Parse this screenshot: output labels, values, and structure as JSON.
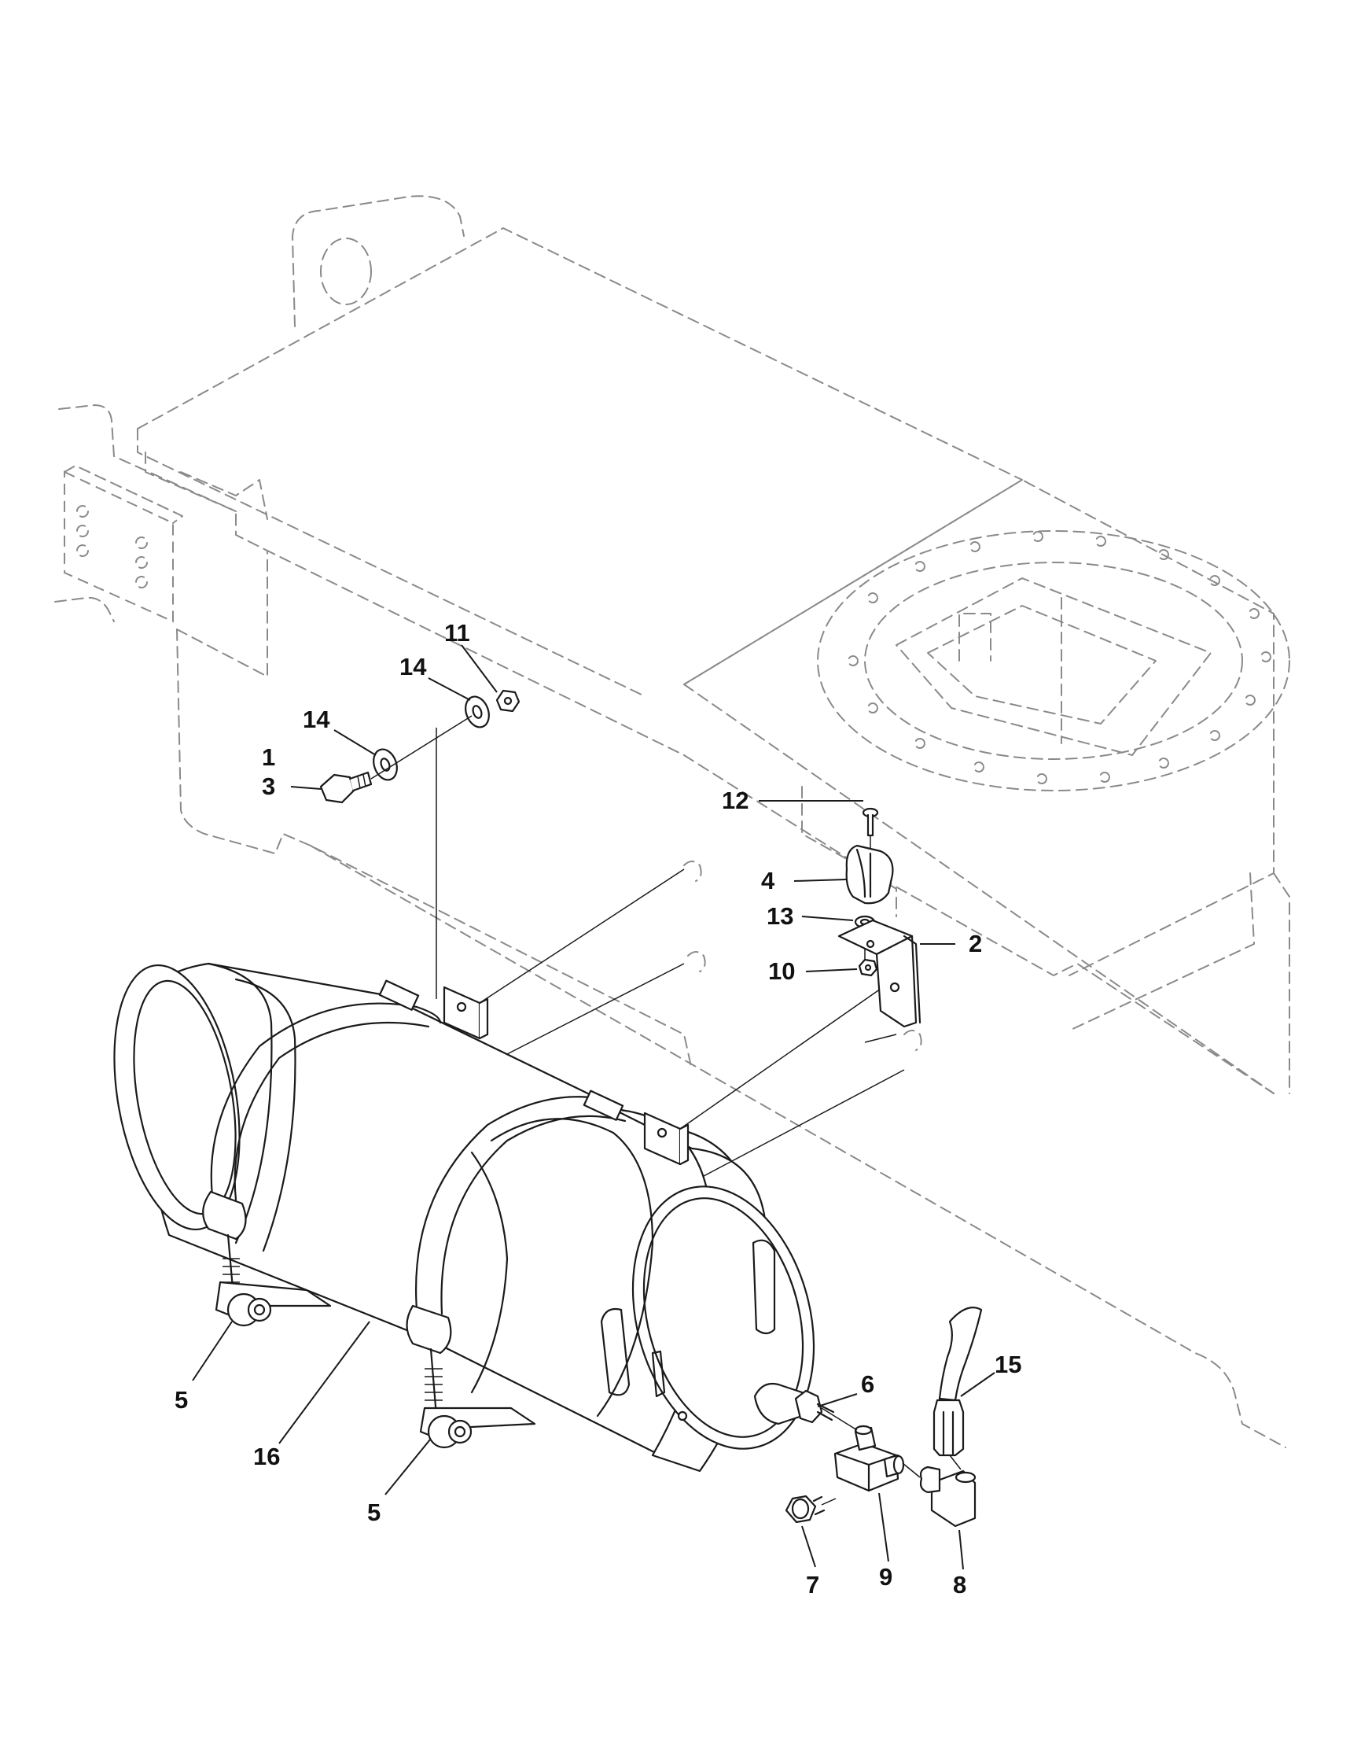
{
  "callouts": [
    {
      "id": "c1",
      "label": "1"
    },
    {
      "id": "c2",
      "label": "2"
    },
    {
      "id": "c3",
      "label": "3"
    },
    {
      "id": "c4",
      "label": "4"
    },
    {
      "id": "c5a",
      "label": "5"
    },
    {
      "id": "c5b",
      "label": "5"
    },
    {
      "id": "c6",
      "label": "6"
    },
    {
      "id": "c7",
      "label": "7"
    },
    {
      "id": "c8",
      "label": "8"
    },
    {
      "id": "c9",
      "label": "9"
    },
    {
      "id": "c10",
      "label": "10"
    },
    {
      "id": "c11",
      "label": "11"
    },
    {
      "id": "c12",
      "label": "12"
    },
    {
      "id": "c13",
      "label": "13"
    },
    {
      "id": "c14a",
      "label": "14"
    },
    {
      "id": "c14b",
      "label": "14"
    },
    {
      "id": "c15",
      "label": "15"
    },
    {
      "id": "c16",
      "label": "16"
    }
  ]
}
